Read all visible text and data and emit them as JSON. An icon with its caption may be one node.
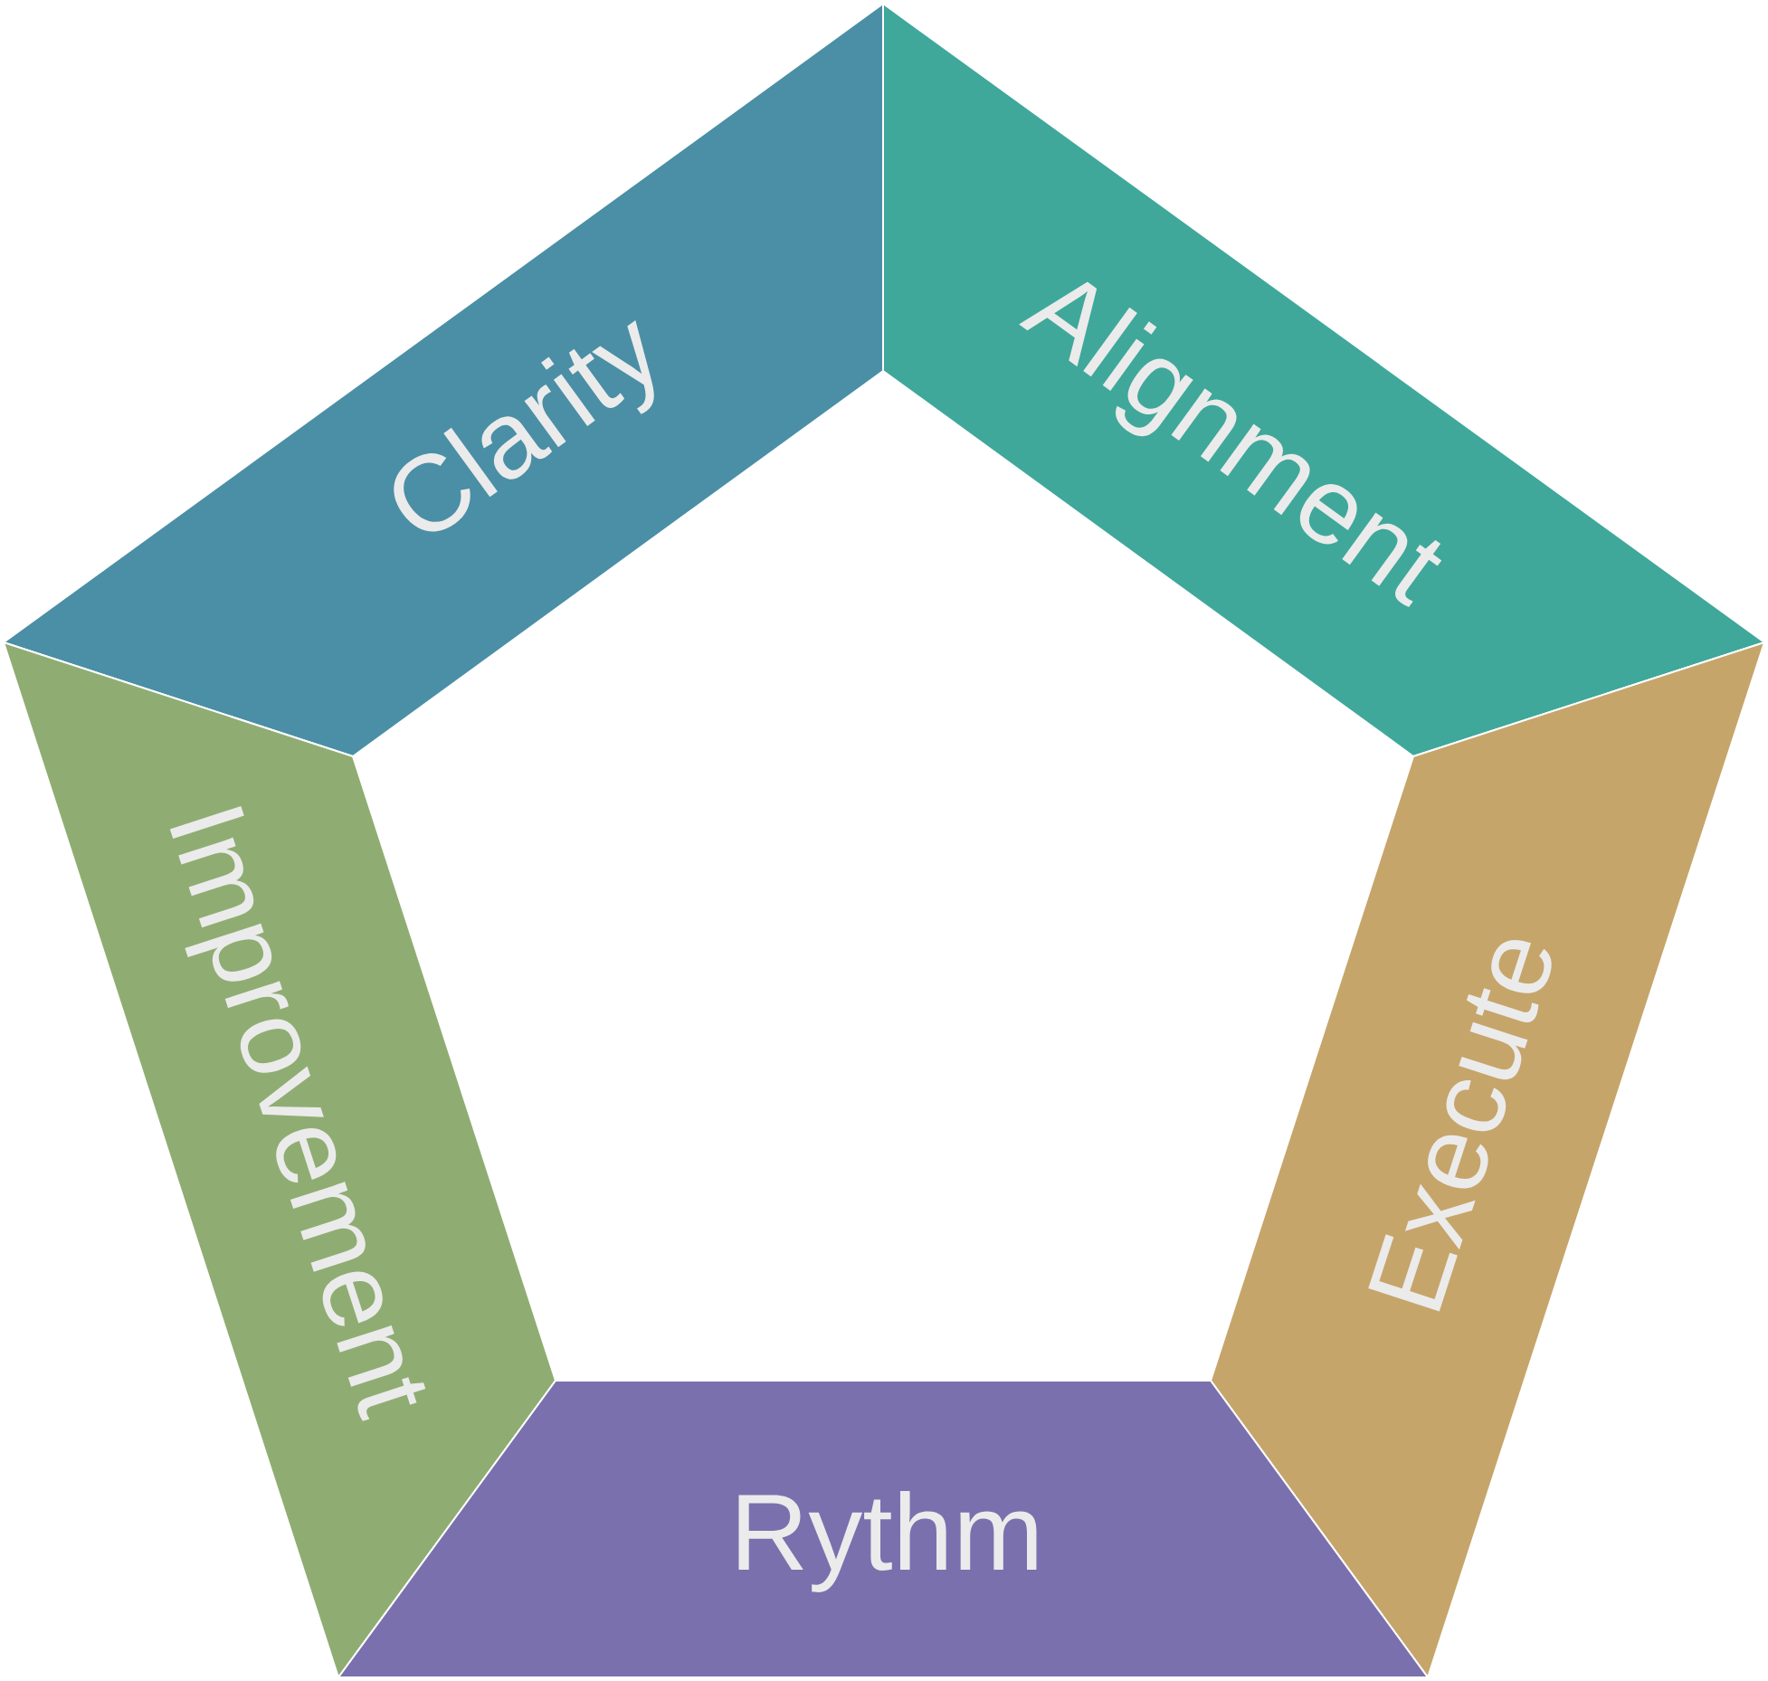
{
  "diagram": {
    "nodes": [
      {
        "text": [
          "Clarity"
        ]
      },
      {
        "text": [
          "Alignment"
        ]
      },
      {
        "text": [
          "Improvement"
        ]
      },
      {
        "text": [
          "Execute"
        ]
      },
      {
        "text": [
          "Rythm"
        ]
      }
    ]
  }
}
